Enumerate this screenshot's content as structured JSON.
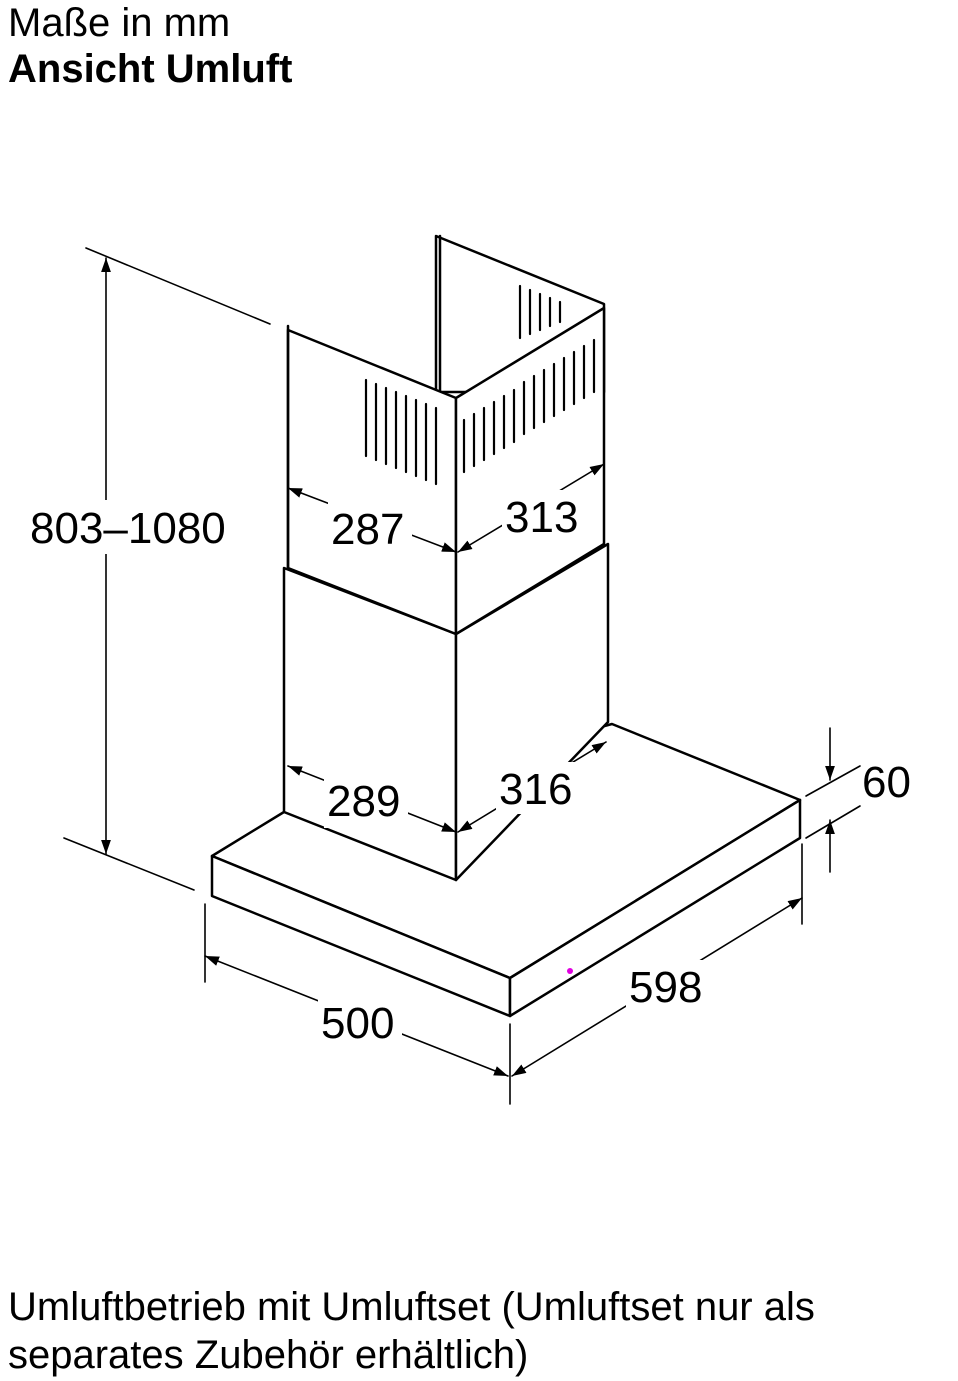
{
  "header": {
    "line1": "Maße in mm",
    "line2": "Ansicht Umluft"
  },
  "dimensions": {
    "height": "803–1080",
    "chimney_upper_depth": "287",
    "chimney_upper_width": "313",
    "chimney_lower_depth": "289",
    "chimney_lower_width": "316",
    "canopy_thickness": "60",
    "canopy_depth": "500",
    "canopy_width": "598"
  },
  "footer": {
    "line1": "Umluftbetrieb mit Umluftset (Umluftset nur als",
    "line2": "separates Zubehör erhältlich)"
  },
  "colors": {
    "line": "#000000",
    "background": "#ffffff",
    "indicator": "#e000e0"
  }
}
